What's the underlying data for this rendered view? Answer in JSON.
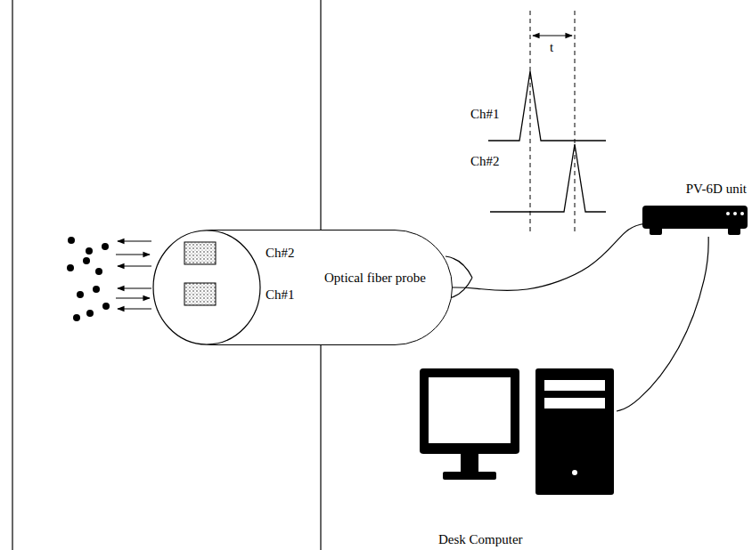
{
  "diagram": {
    "nodes": [
      {
        "text": [
          "Optical fiber probe"
        ]
      },
      {
        "text": [
          "PV-6D unit"
        ]
      },
      {
        "text": [
          "Desk Computer"
        ]
      }
    ],
    "edges": [
      {
        "from": 0,
        "to": 1,
        "arrow": "none"
      },
      {
        "from": 1,
        "to": 2,
        "arrow": "none"
      }
    ],
    "labels": [
      "Ch#2",
      "Ch#1",
      "Ch#1",
      "Ch#2",
      "t"
    ]
  }
}
